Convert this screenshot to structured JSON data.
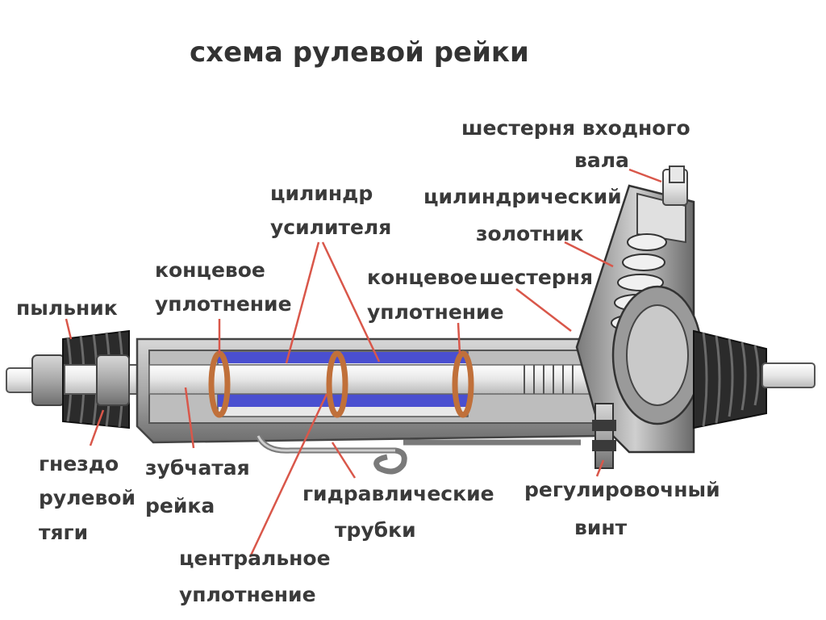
{
  "title": "схема рулевой рейки",
  "labels": {
    "boot": "пыльник",
    "end_seal_left_1": "концевое",
    "end_seal_left_2": "уплотнение",
    "cylinder_1": "цилиндр",
    "cylinder_2": "усилителя",
    "end_seal_right_1": "концевое",
    "end_seal_right_2": "уплотнение",
    "input_gear_1": "шестерня входного",
    "input_gear_2": "вала",
    "spool_1": "цилиндрический",
    "spool_2": "золотник",
    "gear": "шестерня",
    "socket_1": "гнездо",
    "socket_2": "рулевой",
    "socket_3": "тяги",
    "rack_1": "зубчатая",
    "rack_2": "рейка",
    "central_seal_1": "центральное",
    "central_seal_2": "уплотнение",
    "hydraulic_1": "гидравлические",
    "hydraulic_2": "трубки",
    "adjust_1": "регулировочный",
    "adjust_2": "винт"
  },
  "colors": {
    "leader": "#d9574a",
    "fluid": "#4a4fd0",
    "seal": "#c0703a",
    "housing": "#9a9a9a",
    "boot": "#2a2a2a"
  }
}
